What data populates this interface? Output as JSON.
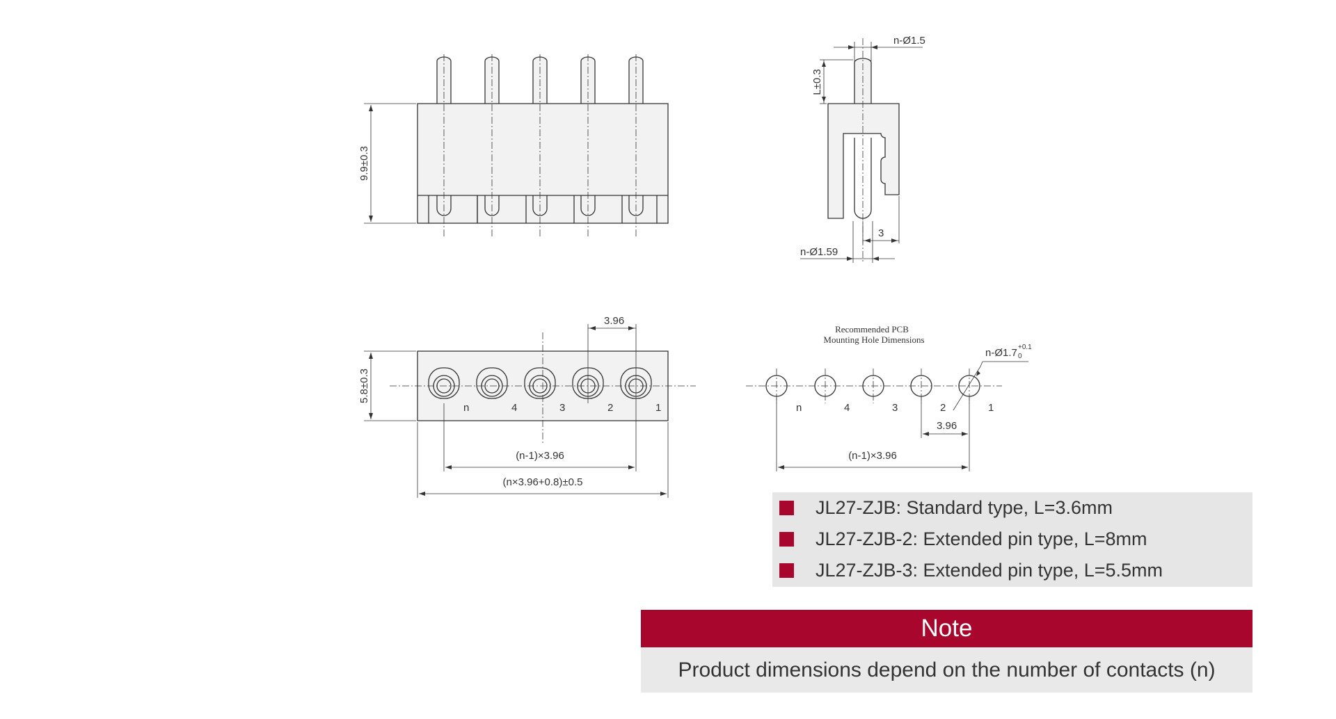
{
  "drawing": {
    "front_view": {
      "height_dim": "9.9±0.3"
    },
    "side_view": {
      "pin_dia": "n-Ø1.5",
      "pin_length": "L±0.3",
      "spacing": "3",
      "hole_dia": "n-Ø1.59"
    },
    "bottom_view": {
      "pitch": "3.96",
      "height_dim": "5.8±0.3",
      "pin_labels": [
        "n",
        "4",
        "3",
        "2",
        "1"
      ],
      "span_dim": "(n-1)×3.96",
      "total_dim": "(n×3.96+0.8)±0.5"
    },
    "pcb_view": {
      "title_line1": "Recommended PCB",
      "title_line2": "Mounting Hole Dimensions",
      "hole_dia": "n-Ø1.7",
      "hole_tol_upper": "+0.1",
      "hole_tol_lower": "0",
      "pitch": "3.96",
      "pin_labels": [
        "n",
        "4",
        "3",
        "2",
        "1"
      ],
      "span_dim": "(n-1)×3.96"
    }
  },
  "legend": {
    "items": [
      "JL27-ZJB: Standard type, L=3.6mm",
      "JL27-ZJB-2: Extended pin type, L=8mm",
      "JL27-ZJB-3: Extended pin type, L=5.5mm"
    ],
    "bullet_color": "#a8062c"
  },
  "note": {
    "title": "Note",
    "text": "Product dimensions depend on the number of contacts (n)"
  }
}
